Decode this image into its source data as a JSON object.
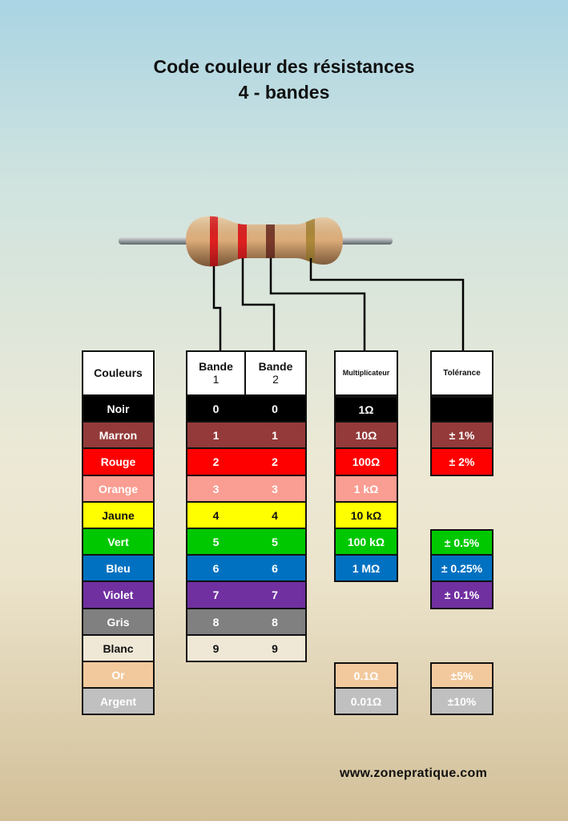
{
  "title_line1": "Code couleur des résistances",
  "title_line2": "4 -  bandes",
  "headers": {
    "couleurs": "Couleurs",
    "bande1_a": "Bande",
    "bande1_b": "1",
    "bande2_a": "Bande",
    "bande2_b": "2",
    "multiplicateur": "Multiplicateur",
    "tolerance": "Tolérance"
  },
  "rows": [
    {
      "name": "Noir",
      "bg": "#000000",
      "fg": "#ffffff",
      "digit": "0",
      "mult": "1Ω",
      "tol": ""
    },
    {
      "name": "Marron",
      "bg": "#943a3a",
      "fg": "#ffffff",
      "digit": "1",
      "mult": "10Ω",
      "tol": "± 1%"
    },
    {
      "name": "Rouge",
      "bg": "#ff0000",
      "fg": "#ffffff",
      "digit": "2",
      "mult": "100Ω",
      "tol": "± 2%"
    },
    {
      "name": "Orange",
      "bg": "#fa9d92",
      "fg": "#ffffff",
      "digit": "3",
      "mult": "1 kΩ",
      "tol": null
    },
    {
      "name": "Jaune",
      "bg": "#ffff00",
      "fg": "#111111",
      "digit": "4",
      "mult": "10 kΩ",
      "tol": null
    },
    {
      "name": "Vert",
      "bg": "#00c800",
      "fg": "#ffffff",
      "digit": "5",
      "mult": "100 kΩ",
      "tol": "± 0.5%"
    },
    {
      "name": "Bleu",
      "bg": "#0071c1",
      "fg": "#ffffff",
      "digit": "6",
      "mult": "1 MΩ",
      "tol": "± 0.25%"
    },
    {
      "name": "Violet",
      "bg": "#7030a0",
      "fg": "#ffffff",
      "digit": "7",
      "mult": null,
      "tol": "± 0.1%"
    },
    {
      "name": "Gris",
      "bg": "#808080",
      "fg": "#ffffff",
      "digit": "8",
      "mult": null,
      "tol": null
    },
    {
      "name": "Blanc",
      "bg": "#efe8d6",
      "fg": "#111111",
      "digit": "9",
      "mult": null,
      "tol": null
    },
    {
      "name": "Or",
      "bg": "#f2c99c",
      "fg": "#ffffff",
      "digit": null,
      "mult": "0.1Ω",
      "tol": "±5%"
    },
    {
      "name": "Argent",
      "bg": "#c0c0c0",
      "fg": "#ffffff",
      "digit": null,
      "mult": "0.01Ω",
      "tol": "±10%"
    }
  ],
  "resistor": {
    "body_color": "#e0b07e",
    "lead_color": "#9aa0a3",
    "bands": [
      "#e02020",
      "#e02020",
      "#7a3a2a",
      "#b08a3a"
    ]
  },
  "footer": "www.zonepratique.com"
}
